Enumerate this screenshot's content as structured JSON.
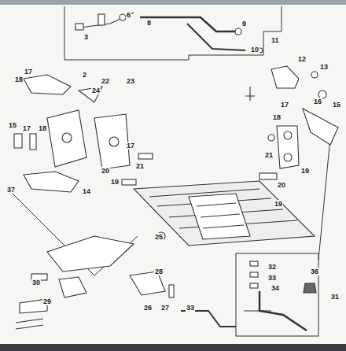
{
  "diagram": {
    "labels": [
      "6",
      "8",
      "9",
      "3",
      "10",
      "11",
      "12",
      "13",
      "15",
      "16",
      "17",
      "18",
      "21",
      "19",
      "20",
      "19",
      "17",
      "18",
      "2",
      "22",
      "23",
      "24",
      "15",
      "17",
      "18",
      "17",
      "21",
      "20",
      "19",
      "14",
      "37",
      "25",
      "28",
      "26",
      "27",
      "30",
      "29",
      "33",
      "32",
      "33",
      "34",
      "36",
      "31"
    ]
  }
}
